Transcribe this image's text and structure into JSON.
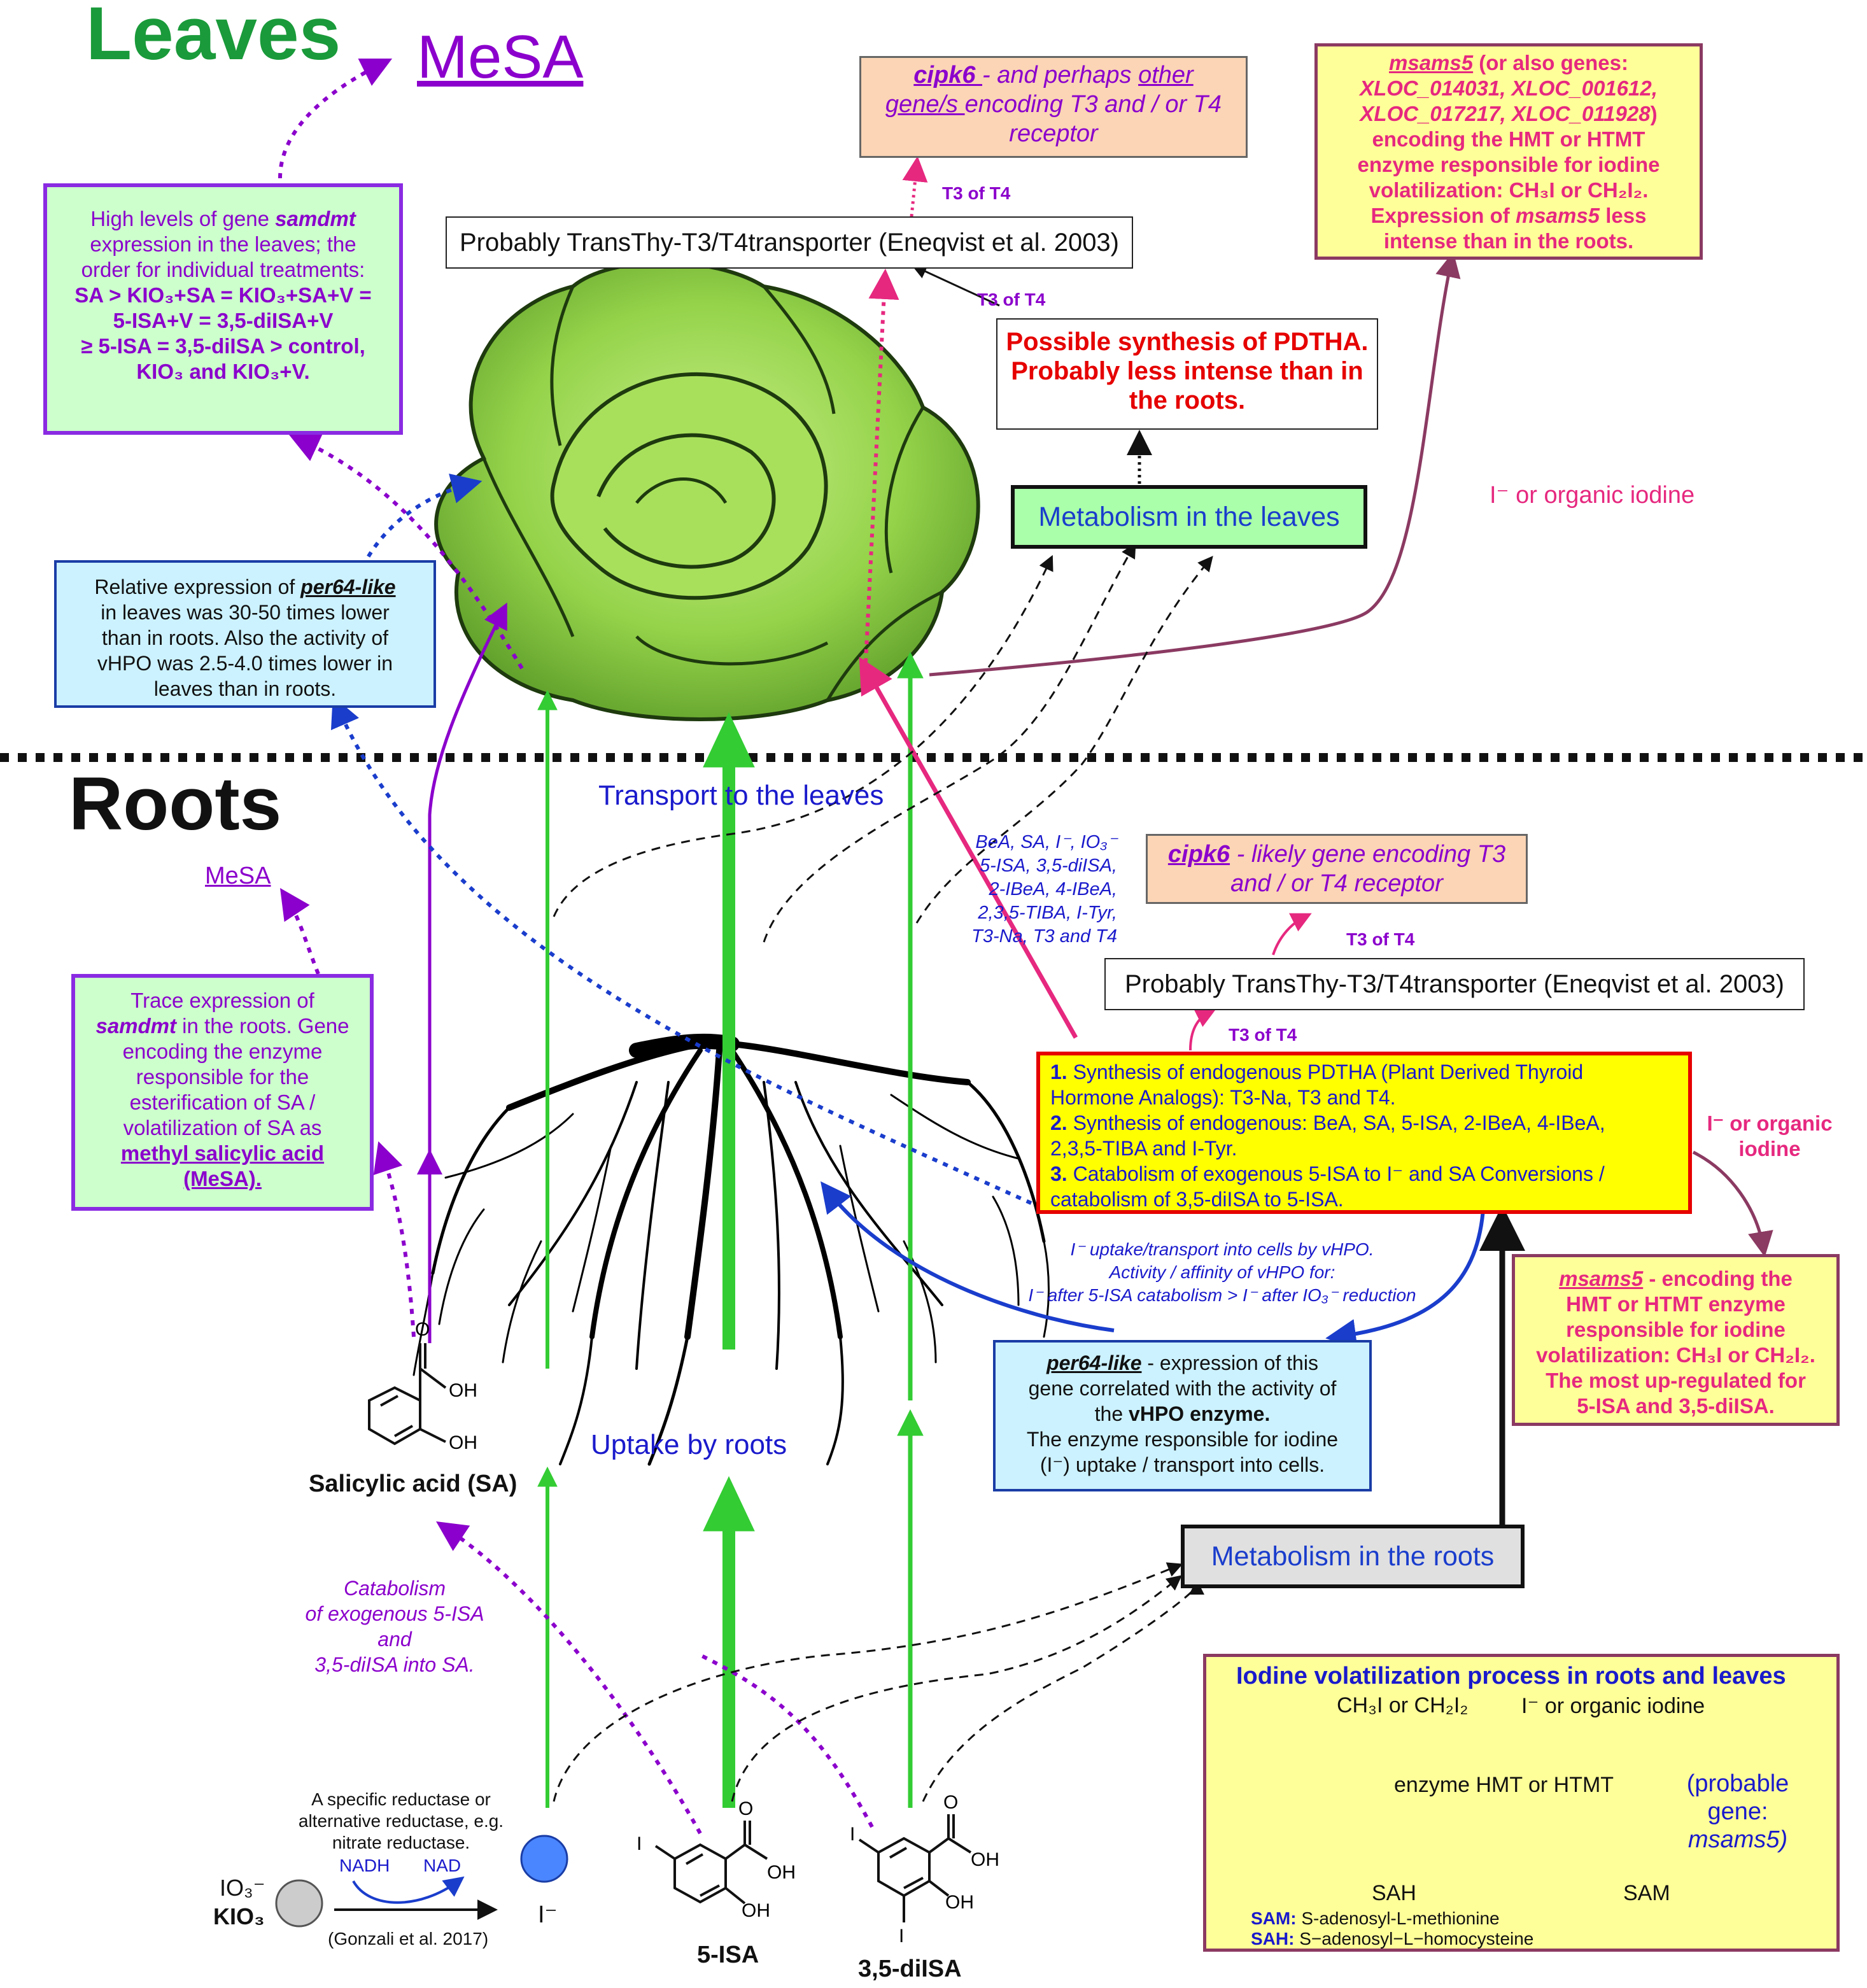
{
  "sections": {
    "leaves": "Leaves",
    "roots": "Roots"
  },
  "mesa_top": "MeSA",
  "mesa_roots": "MeSA",
  "cipk6_top": {
    "gene": "cipk6 ",
    "rest1": "- and perhaps ",
    "other": "other",
    "line2a": "gene/s ",
    "line2b": "encoding T3 and / or T4",
    "line3": "receptor"
  },
  "msams5_top": {
    "gene": "msams5",
    "line1": " (or also genes:",
    "line2": "XLOC_014031, XLOC_001612,",
    "line3a": "XLOC_017217, XLOC_011928",
    "line3b": ")",
    "line4": "encoding the HMT or HTMT",
    "line5": "enzyme responsible for iodine",
    "line6": "volatilization: CH₃I or CH₂I₂.",
    "line7a": "Expression of ",
    "line7b": "msams5",
    "line7c": " less",
    "line8": "intense than in the roots."
  },
  "t3t4_labels": {
    "a": "T3 of T4",
    "b": "T3 of T4",
    "c": "T3 of T4",
    "d": "T3 of T4"
  },
  "transporter_top": "Probably TransThy-T3/T4transporter (Eneqvist et al. 2003)",
  "transporter_roots": "Probably TransThy-T3/T4transporter (Eneqvist et al. 2003)",
  "samdmt_leaves": {
    "l1": "High levels of gene ",
    "gene": "samdmt",
    "l2": "expression  in the  leaves; the",
    "l3": "order for  individual treatments:",
    "l4": "SA > KIO₃+SA = KIO₃+SA+V =",
    "l5": "5-ISA+V = 3,5-diISA+V",
    "l6": "≥ 5-ISA = 3,5-diISA > control,",
    "l7": "KIO₃ and KIO₃+V."
  },
  "pdtha_leaves": {
    "l1": "Possible synthesis of PDTHA.",
    "l2": "Probably less intense than in",
    "l3": "the roots."
  },
  "metabolism_leaves": "Metabolism in the leaves",
  "organic_iodine_top": "I⁻ or organic iodine",
  "per64_leaves": {
    "l1a": "Relative expression of ",
    "gene": "per64-like",
    "l2": "in leaves was 30-50 times lower",
    "l3": "than in roots. Also the activity of",
    "l4": "vHPO was 2.5-4.0 times lower in",
    "l5": "leaves than in roots."
  },
  "transport_label": "Transport  to the leaves",
  "compounds_list": [
    "BeA, SA, I⁻, IO₃⁻",
    "5-ISA, 3,5-diISA,",
    "2-IBeA, 4-IBeA,",
    "2,3,5-TIBA, I-Tyr,",
    "T3-Na, T3 and T4"
  ],
  "cipk6_roots": {
    "gene": "cipk6",
    "l1": " - likely gene encoding T3",
    "l2": "and / or T4 receptor"
  },
  "samdmt_roots": {
    "l1": "Trace expression of",
    "gene": "samdmt",
    "l2": " in the roots. Gene",
    "l3": "encoding the enzyme",
    "l4": "responsible for the",
    "l5": "esterification of SA /",
    "l6": "volatilization of SA as",
    "l7": "methyl salicylic acid",
    "l8": "(MeSA)."
  },
  "synthesis_box": {
    "n1": "1.",
    "l1a": " Synthesis of endogenous PDTHA (Plant Derived Thyroid",
    "l1b": "Hormone Analogs): T3-Na, T3 and T4.",
    "n2": "2.",
    "l2a": " Synthesis of endogenous: BeA, SA, 5-ISA, 2-IBeA, 4-IBeA,",
    "l2b": "2,3,5-TIBA and I-Tyr.",
    "n3": "3.",
    "l3a": " Catabolism of exogenous 5-ISA to I⁻ and SA Conversions /",
    "l3b": "catabolism of 3,5-diISA  to 5-ISA."
  },
  "organic_iodine_roots": {
    "l1": "I⁻ or organic",
    "l2": "iodine"
  },
  "vhpo_uptake": {
    "l1": "I⁻ uptake/transport into cells by vHPO.",
    "l2": "Activity / affinity of vHPO for:",
    "l3": "I⁻ after 5-ISA catabolism > I⁻ after IO₃⁻ reduction"
  },
  "msams5_roots": {
    "gene": "msams5",
    "l1": " - encoding the",
    "l2": "HMT or HTMT enzyme",
    "l3": "responsible for iodine",
    "l4": "volatilization: CH₃I or CH₂I₂.",
    "l5": "The most up-regulated for",
    "l6": "5-ISA and 3,5-diISA."
  },
  "per64_roots": {
    "gene": "per64-like",
    "l1": " - expression of this",
    "l2": "gene correlated with the activity of",
    "l3a": "the ",
    "l3b": "vHPO enzyme.",
    "l4": "The enzyme responsible for iodine",
    "l5": "(I⁻) uptake / transport into cells."
  },
  "uptake_label": "Uptake by roots",
  "sa_label": "Salicylic acid (SA)",
  "oh": "OH",
  "o": "O",
  "i_atom": "I",
  "metabolism_roots": "Metabolism in the roots",
  "catabolism": {
    "l1": "Catabolism",
    "l2": "of exogenous 5-ISA",
    "l3": "and",
    "l4": "3,5-diISA into SA."
  },
  "volatilization": {
    "title": "Iodine volatilization process in roots and leaves",
    "ch3i": "CH₃I or CH₂I₂",
    "organic": "I⁻ or organic iodine",
    "enzyme": "enzyme HMT or HTMT",
    "probable1": "(probable",
    "probable2": "gene:",
    "probable3": "msams5)",
    "sah": "SAH",
    "sam": "SAM",
    "sam_def_k": "SAM:",
    "sam_def": " S-adenosyl-L-methionine",
    "sah_def_k": "SAH:",
    "sah_def": " S−adenosyl−L−homocysteine"
  },
  "reductase": {
    "l1": "A specific reductase or",
    "l2": "alternative reductase, e.g.",
    "l3": "nitrate reductase.",
    "nadh": "NADH",
    "nad": "NAD",
    "cite": "(Gonzali et al. 2017)"
  },
  "io3": "IO₃⁻",
  "kio3": "KIO₃",
  "iodide": "I⁻",
  "five_isa": "5-ISA",
  "diisa": "3,5-diISA",
  "colors": {
    "leaves_green": "#1a9a3a",
    "purple": "#8b00cc",
    "pink": "#e6287f",
    "blue": "#1a1acc",
    "arrow_green": "#33cc33",
    "maroon": "#8b3a62",
    "red": "#e60000"
  }
}
